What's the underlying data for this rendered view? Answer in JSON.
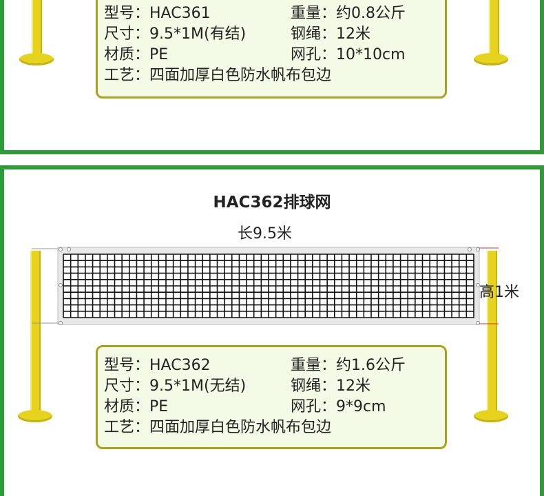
{
  "top_product": {
    "model_label": "型号：",
    "model_value": "HAC361",
    "size_label": "尺寸：",
    "size_value": "9.5*1M(有结)",
    "material_label": "材质：",
    "material_value": "PE",
    "craft_label": "工艺：",
    "craft_value": "四面加厚白色防水帆布包边",
    "weight_label": "重量：",
    "weight_value": "约0.8公斤",
    "rope_label": "钢绳：",
    "rope_value": "12米",
    "mesh_label": "网孔：",
    "mesh_value": "10*10cm"
  },
  "bottom_product": {
    "title": "HAC362排球网",
    "length_label": "长9.5米",
    "height_label": "高1米",
    "model_label": "型号：",
    "model_value": "HAC362",
    "size_label": "尺寸：",
    "size_value": "9.5*1M(无结)",
    "material_label": "材质：",
    "material_value": "PE",
    "craft_label": "工艺：",
    "craft_value": "四面加厚白色防水帆布包边",
    "weight_label": "重量：",
    "weight_value": "约1.6公斤",
    "rope_label": "钢绳：",
    "rope_value": "12米",
    "mesh_label": "网孔：",
    "mesh_value": "9*9cm"
  },
  "colors": {
    "frame": "#2f9a37",
    "pole": "#e7d31e",
    "spec_border": "#a9a21e",
    "spec_bg": "#f3fbe6",
    "dim_line": "#d9302c"
  }
}
